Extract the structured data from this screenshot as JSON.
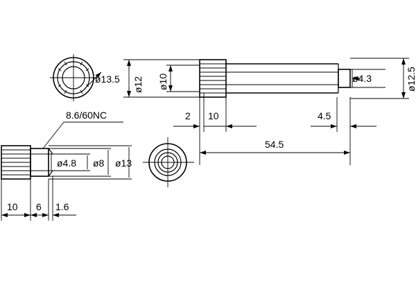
{
  "dimensions": {
    "end_view_dia": "ø13.5",
    "side_dia_12": "ø12",
    "side_dia_10": "ø10",
    "pin_dia": "ø4.3",
    "overall_dia": "ø12.5",
    "dim_2": "2",
    "dim_10_top": "10",
    "dim_4_5": "4.5",
    "overall_length": "54.5",
    "thread": "8.6/60NC",
    "bore_4_8": "ø4.8",
    "bore_8": "ø8",
    "body_13": "ø13",
    "dim_10_bottom": "10",
    "dim_6": "6",
    "dim_1_6": "1.6"
  }
}
